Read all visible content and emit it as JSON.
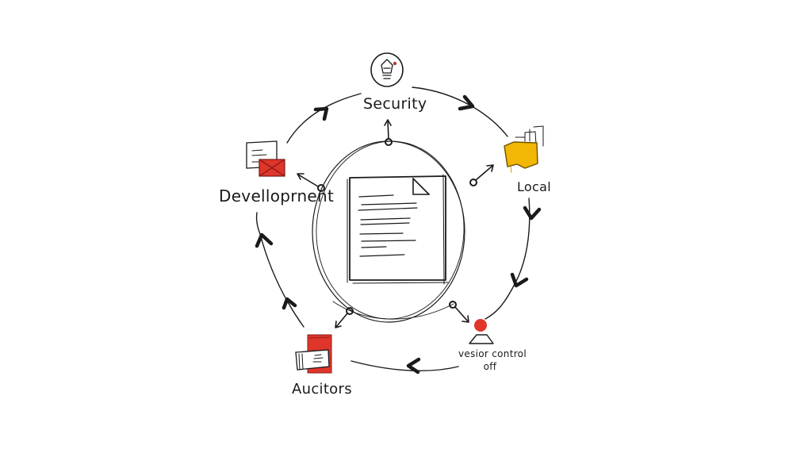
{
  "diagram": {
    "title": "",
    "center": {
      "name": "document",
      "icon": "document-icon"
    },
    "nodes": [
      {
        "id": "security",
        "label": "Security",
        "icon": "lightbulb-badge-icon"
      },
      {
        "id": "local",
        "label": "Local",
        "icon": "folder-icon"
      },
      {
        "id": "version_control",
        "label_line1": "vesior control",
        "label_line2": "off",
        "icon": "user-pin-icon"
      },
      {
        "id": "auditors",
        "label": "Aucitors",
        "icon": "report-stack-icon"
      },
      {
        "id": "development",
        "label": "Develloprnent",
        "icon": "mail-document-icon"
      }
    ],
    "flow": [
      "security",
      "local",
      "version_control",
      "auditors",
      "development",
      "security"
    ]
  },
  "colors": {
    "ink": "#1a1a1a",
    "folder_yellow": "#f2b705",
    "red": "#e0352b",
    "background": "#ffffff"
  }
}
